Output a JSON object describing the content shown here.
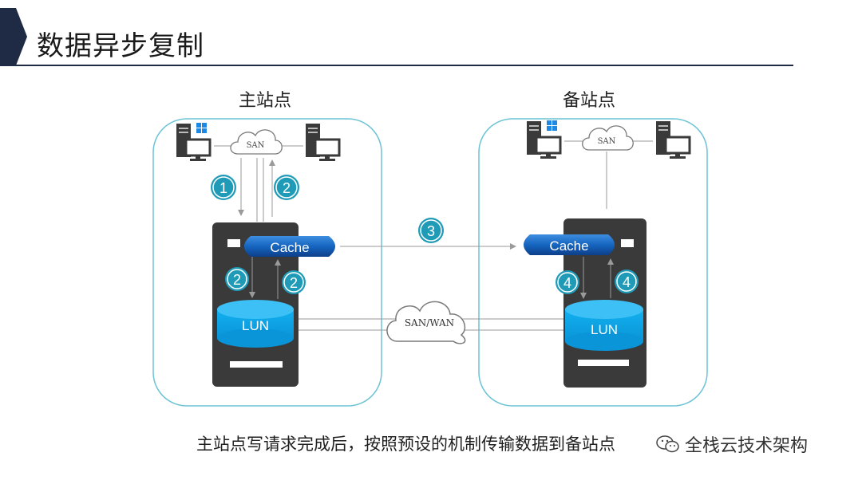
{
  "slide": {
    "title": "数据异步复制",
    "caption": "主站点写请求完成后，按照预设的机制传输数据到备站点"
  },
  "primary_site": {
    "label": "主站点",
    "san_label": "SAN",
    "cache_label": "Cache",
    "lun_label": "LUN",
    "steps": [
      "1",
      "2",
      "2",
      "2"
    ]
  },
  "backup_site": {
    "label": "备站点",
    "san_label": "SAN",
    "cache_label": "Cache",
    "lun_label": "LUN",
    "steps": [
      "4",
      "4"
    ]
  },
  "link": {
    "step": "3",
    "wan_label": "SAN/WAN"
  },
  "watermark": {
    "text": "全栈云技术架构",
    "icon": "wechat-icon"
  },
  "colors": {
    "accent": "#1f9bb7",
    "site_border": "#6cc3d5",
    "cache_blue": "#1565c0",
    "lun_blue": "#0ea5e6",
    "server": "#3a3a3a",
    "title_bar": "#1f2b44"
  }
}
